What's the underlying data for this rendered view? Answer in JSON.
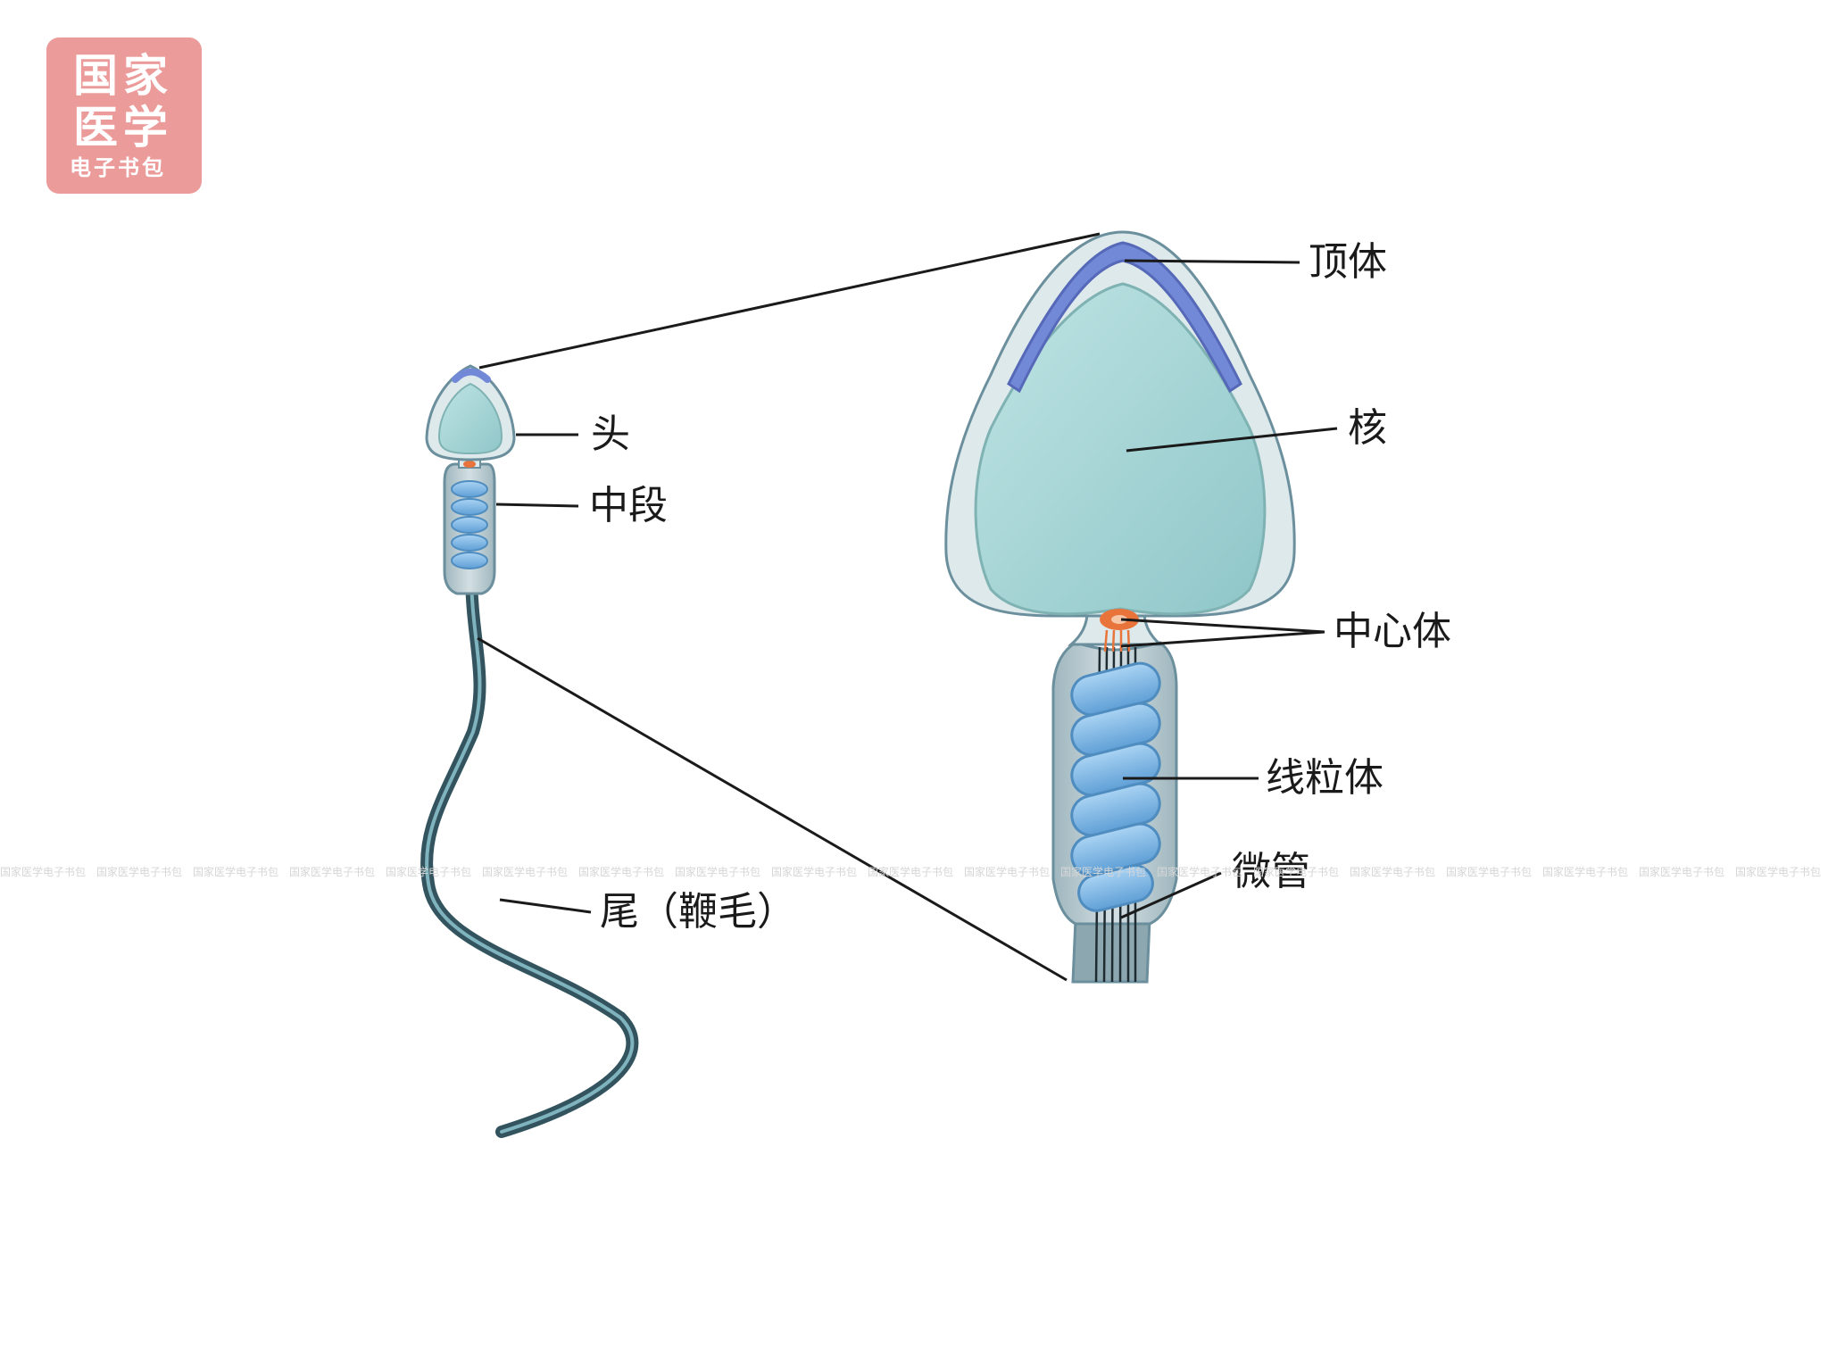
{
  "logo": {
    "line1": "国家",
    "line2": "医学",
    "line3": "电子书包"
  },
  "watermark": "国家医学电子书包",
  "labels": {
    "head": "头",
    "midpiece": "中段",
    "tail": "尾（鞭毛）",
    "acrosome": "顶体",
    "nucleus": "核",
    "centriole": "中心体",
    "mitochondria": "线粒体",
    "microtubule": "微管"
  },
  "colors": {
    "membrane": "#dde9eb",
    "outline": "#6b8f9c",
    "nucleus": "#a4d4d4",
    "acrosome": "#7189d6",
    "mitochondria": "#7fb6e3",
    "centriole": "#e8743b",
    "midpiece": "#c4d3d8",
    "tail": "#3f6470",
    "logo_bg": "#ec9b9b"
  }
}
